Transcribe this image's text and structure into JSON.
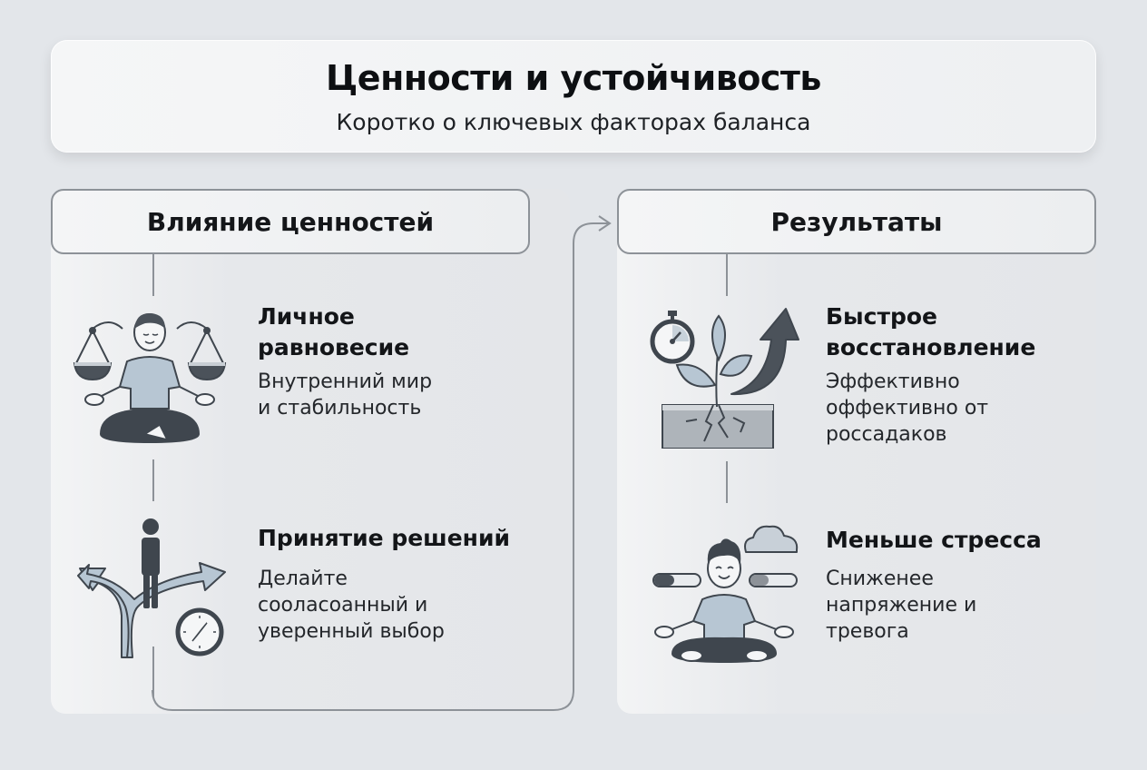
{
  "header": {
    "title": "Ценности и устойчивость",
    "subtitle": "Коротко о ключевых факторах баланса"
  },
  "left_panel": {
    "title": "Влияние ценностей",
    "items": [
      {
        "icon": "meditating-person-with-scales-icon",
        "title_line1": "Личное",
        "title_line2": "равновесие",
        "desc_line1": "Внутренний мир",
        "desc_line2": "и стабильность"
      },
      {
        "icon": "crossroads-person-compass-icon",
        "title_line1": "Принятие решений",
        "desc_line1": "Делайте",
        "desc_line2": "сооласоанный и",
        "desc_line3": "уверенный выбор"
      }
    ]
  },
  "right_panel": {
    "title": "Результаты",
    "items": [
      {
        "icon": "stopwatch-sprout-arrow-icon",
        "title_line1": "Быстрое",
        "title_line2": "восстановление",
        "desc_line1": "Эффективно",
        "desc_line2": "оффективно от",
        "desc_line3": "россадаков"
      },
      {
        "icon": "calm-meditating-person-icon",
        "title_line1": "Меньше стресса",
        "desc_line1": "Сниженее",
        "desc_line2": "напряжение и",
        "desc_line3": "тревога"
      }
    ]
  },
  "colors": {
    "background": "#e3e6ea",
    "line": "#8d9298",
    "icon_dark": "#3f464e",
    "icon_light": "#b7c6d3"
  }
}
